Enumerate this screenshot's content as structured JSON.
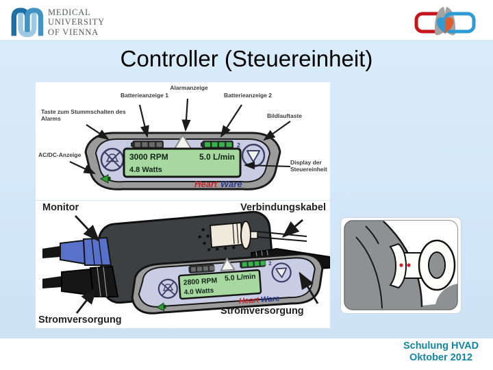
{
  "slide": {
    "title": "Controller (Steuereinheit)",
    "footer": {
      "line1": "Schulung HVAD",
      "line2": "Oktober 2012"
    }
  },
  "header": {
    "university_logo": {
      "alt": "Medical University of Vienna",
      "text_line1": "MEDICAL",
      "text_line2": "UNIVERSITY",
      "text_line3": "OF VIENNA"
    },
    "program_logo": {
      "alt": "Heart-Lung program logo"
    }
  },
  "diagram_top": {
    "labels": {
      "battery1": "Batterieanzeige 1",
      "alarm": "Alarmanzeige",
      "battery2": "Batterieanzeige 2",
      "mute_button": "Taste zum Stummschalten des Alarms",
      "scroll_button": "Bildlauftaste",
      "ac_dc": "AC/DC-Anzeige",
      "display": "Display der Steuereinheit"
    },
    "device": {
      "battery1_num": "1",
      "battery2_num": "2",
      "lcd_rpm": "3000 RPM",
      "lcd_flow": "5.0 L/min",
      "lcd_watts": "4.8 Watts",
      "brand_heart": "Heart",
      "brand_ware": "Ware"
    }
  },
  "diagram_bottom": {
    "labels": {
      "monitor": "Monitor",
      "connection_cable": "Verbindungskabel",
      "power_left": "Stromversorgung",
      "power_right": "Stromversorgung"
    },
    "device": {
      "battery1_num": "1",
      "battery2_num": "2",
      "lcd_rpm": "2800 RPM",
      "lcd_flow": "5.0 L/min",
      "lcd_watts": "4.0 Watts",
      "brand_heart": "Heart",
      "brand_ware": "Ware"
    }
  },
  "colors": {
    "slide_background": "#d2e7f7",
    "footer_text": "#1486a2",
    "lcd_green": "#a6d89f",
    "brand_red": "#c1272d",
    "brand_blue": "#2b3990",
    "battery_green": "#35b24a",
    "logo_dark_blue": "#1d6fa5",
    "logo_light_blue": "#9ec9e2",
    "program_red": "#c4161c",
    "program_blue": "#2e9bd6",
    "connector_dot_red": "#d1202a"
  }
}
